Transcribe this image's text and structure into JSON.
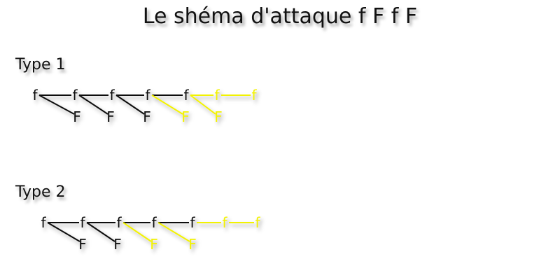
{
  "title": "Le shéma d'attaque f F f F",
  "colors": {
    "normal": "#111111",
    "highlight": "#f2f200"
  },
  "diagrams": [
    {
      "label": "Type 1",
      "top_nodes": [
        "f",
        "f",
        "f",
        "f",
        "f",
        "f",
        "f"
      ],
      "bottom_nodes": [
        "F",
        "F",
        "F",
        "F",
        "F"
      ],
      "top_highlight": [
        false,
        false,
        false,
        false,
        false,
        true,
        true
      ],
      "bottom_highlight": [
        false,
        false,
        false,
        true,
        true
      ],
      "edges_top_highlight": [
        false,
        false,
        false,
        false,
        true,
        true
      ],
      "edges_down_highlight": [
        false,
        false,
        false,
        true,
        true
      ]
    },
    {
      "label": "Type 2",
      "top_nodes": [
        "f",
        "f",
        "f",
        "f",
        "f",
        "f",
        "f"
      ],
      "bottom_nodes": [
        "F",
        "F",
        "F",
        "F"
      ],
      "top_highlight": [
        false,
        false,
        false,
        false,
        false,
        true,
        true
      ],
      "bottom_highlight": [
        false,
        false,
        true,
        true
      ],
      "edges_top_highlight": [
        false,
        false,
        false,
        false,
        true,
        true
      ],
      "edges_down_highlight": [
        false,
        false,
        true,
        true
      ]
    }
  ]
}
